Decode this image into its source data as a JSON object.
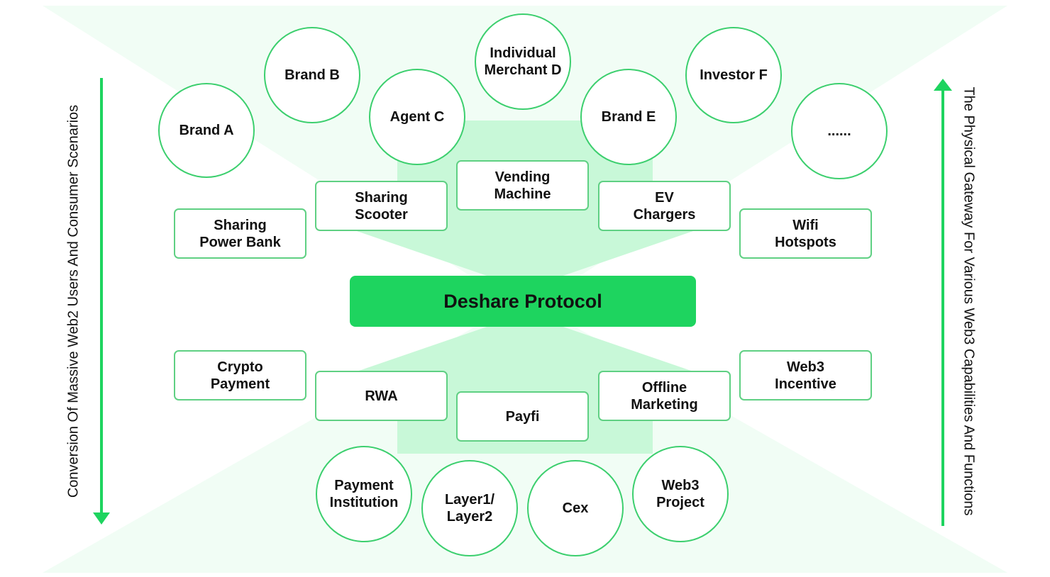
{
  "colors": {
    "accent": "#1ed45f",
    "border": "#3ccf6e",
    "funnel": "#c6f8d7",
    "funnel_light": "#effdf3",
    "text": "#111111"
  },
  "left_axis": {
    "label": "Conversion Of Massive Web2 Users And Consumer Scenarios",
    "direction": "down"
  },
  "right_axis": {
    "label": "The Physical Gateway For Various Web3 Capabilities And Functions",
    "direction": "up"
  },
  "top_entities": [
    {
      "label": "Brand A"
    },
    {
      "label": "Brand B"
    },
    {
      "label": "Agent C"
    },
    {
      "label": "Individual\nMerchant D"
    },
    {
      "label": "Brand E"
    },
    {
      "label": "Investor F"
    },
    {
      "label": "......"
    }
  ],
  "top_scenarios": [
    {
      "label": "Sharing\nPower Bank"
    },
    {
      "label": "Sharing\nScooter"
    },
    {
      "label": "Vending\nMachine"
    },
    {
      "label": "EV\nChargers"
    },
    {
      "label": "Wifi\nHotspots"
    }
  ],
  "center": {
    "label": "Deshare Protocol"
  },
  "bottom_capabilities": [
    {
      "label": "Crypto\nPayment"
    },
    {
      "label": "RWA"
    },
    {
      "label": "Payfi"
    },
    {
      "label": "Offline\nMarketing"
    },
    {
      "label": "Web3\nIncentive"
    }
  ],
  "bottom_entities": [
    {
      "label": "Payment\nInstitution"
    },
    {
      "label": "Layer1/\nLayer2"
    },
    {
      "label": "Cex"
    },
    {
      "label": "Web3\nProject"
    }
  ]
}
